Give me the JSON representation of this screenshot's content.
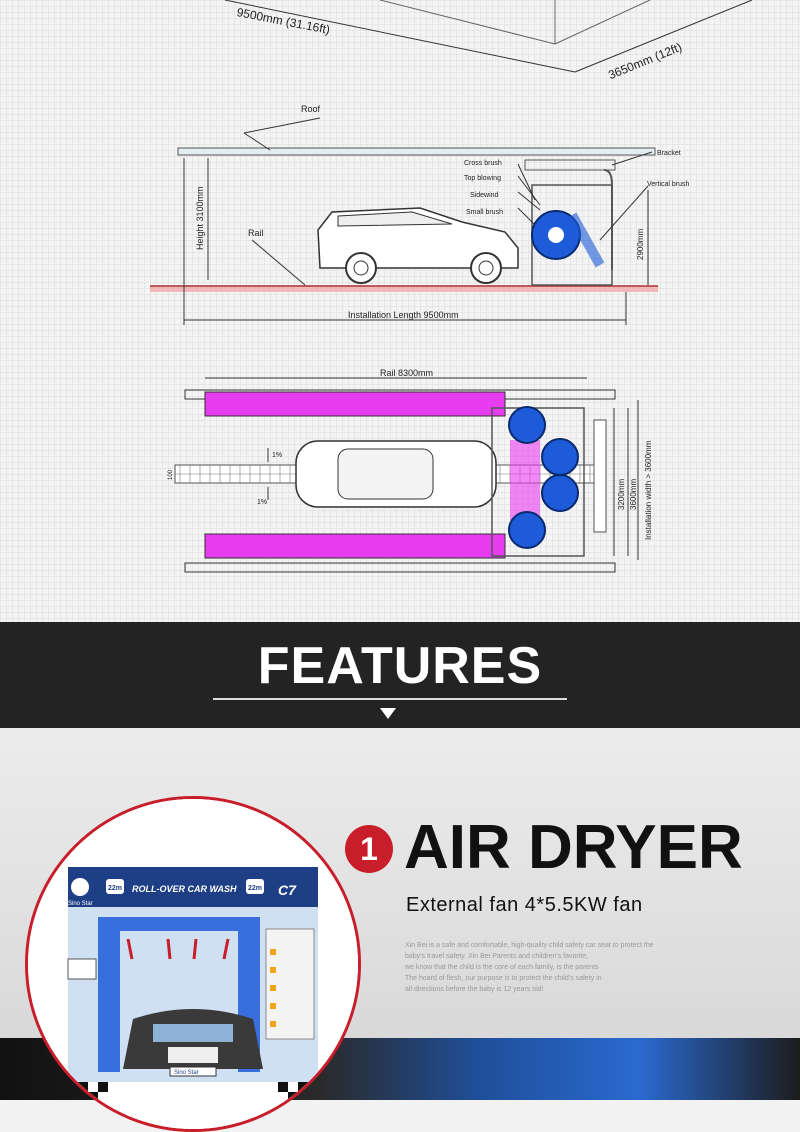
{
  "drawing": {
    "top_dims": {
      "length": "9500mm (31.16ft)",
      "width": "3650mm (12ft)"
    },
    "side_view": {
      "roof": "Roof",
      "bracket": "Bracket",
      "cross_brush": "Cross brush",
      "top_blowing": "Top blowing",
      "sidewind": "Sidewind",
      "small_brush": "Small brush",
      "vertical_brush": "Vertical brush",
      "height": "Height 3100mm",
      "machine_height": "2900mm",
      "rail": "Rail",
      "install_length": "Installation Length 9500mm"
    },
    "plan_view": {
      "rail_length": "Rail 8300mm",
      "slope_top": "1%",
      "slope_bottom": "1%",
      "rail_width": "100",
      "width_3200": "3200mm",
      "width_3600": "3600mm",
      "install_width": "Installation width > 3600mm"
    }
  },
  "features": {
    "title": "FEATURES"
  },
  "feature_1": {
    "number": "1",
    "title": "AIR DRYER",
    "subtitle": "External fan 4*5.5KW fan",
    "description": [
      "Xin Bei is a safe and comfortable, high-quality child safety car seat to protect the",
      "baby's travel safety. Xin Bei Parents and children's favorite,",
      "we know that the child is the core of each family, is the parents",
      "The hoard of flesh, our purpose is to protect the child's safety in",
      "all directions before the baby is 12 years old!"
    ],
    "machine_panel": {
      "brand": "Sino Star",
      "badge_left": "22m",
      "banner": "ROLL-OVER CAR WASH",
      "badge_right": "22m",
      "model": "C7",
      "sign_brand": "Sino Star"
    }
  },
  "colors": {
    "accent_red": "#c81d2a",
    "band_dark": "#232323",
    "rail_magenta": "#e83cf0",
    "brush_blue": "#1d5bd8"
  }
}
